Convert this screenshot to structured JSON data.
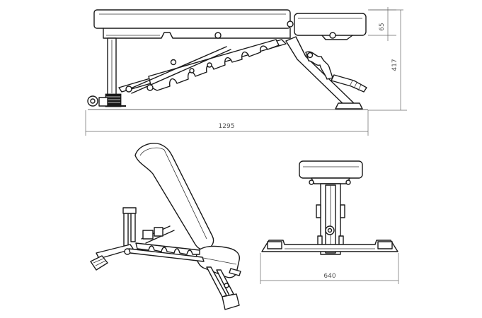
{
  "dimensions": {
    "side_pad_thickness": "65",
    "side_total_height": "417",
    "side_length": "1295",
    "front_width": "640"
  },
  "colors": {
    "line": "#1a1a1a",
    "dimension": "#666666",
    "background": "#ffffff"
  }
}
